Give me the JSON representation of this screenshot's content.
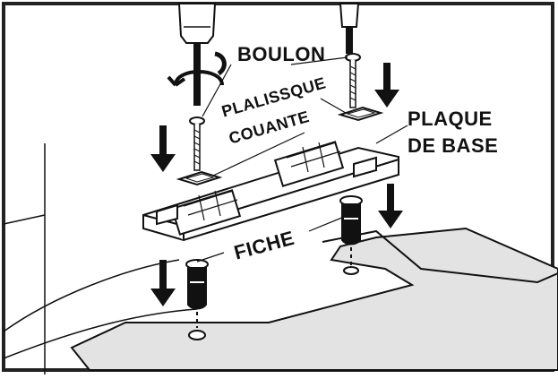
{
  "labels": {
    "bolt": "BOULON",
    "spacer_line1": "PLALISSQUE",
    "spacer_line2": "COUANTE",
    "base_plate_line1": "PLAQUE",
    "base_plate_line2": "DE BASE",
    "plug": "FICHE"
  },
  "colors": {
    "ink": "#111111",
    "frame": "#222222",
    "floor_shade": "#e3e3e3",
    "plate_fill": "#ffffff"
  },
  "icons": [
    "screwdriver-icon",
    "rotate-arrow-icon",
    "down-arrow-icon"
  ]
}
